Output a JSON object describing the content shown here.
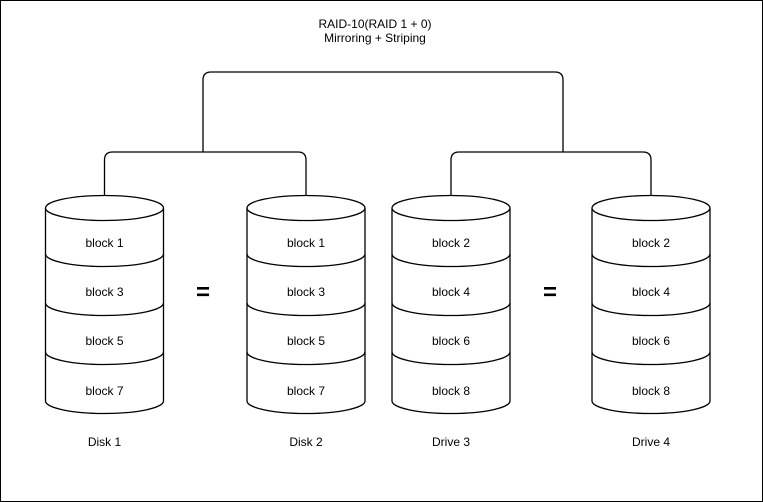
{
  "header": {
    "title": "RAID-10(RAID 1 + 0)",
    "subtitle": "Mirroring + Striping"
  },
  "symbols": {
    "equals": "="
  },
  "disks": [
    {
      "name": "Disk 1",
      "blocks": [
        "block 1",
        "block 3",
        "block 5",
        "block 7"
      ]
    },
    {
      "name": "Disk 2",
      "blocks": [
        "block 1",
        "block 3",
        "block 5",
        "block 7"
      ]
    },
    {
      "name": "Drive 3",
      "blocks": [
        "block 2",
        "block 4",
        "block 6",
        "block 8"
      ]
    },
    {
      "name": "Drive 4",
      "blocks": [
        "block 2",
        "block 4",
        "block 6",
        "block 8"
      ]
    }
  ],
  "colors": {
    "line": "#000000",
    "background": "#ffffff",
    "text": "#000000"
  }
}
